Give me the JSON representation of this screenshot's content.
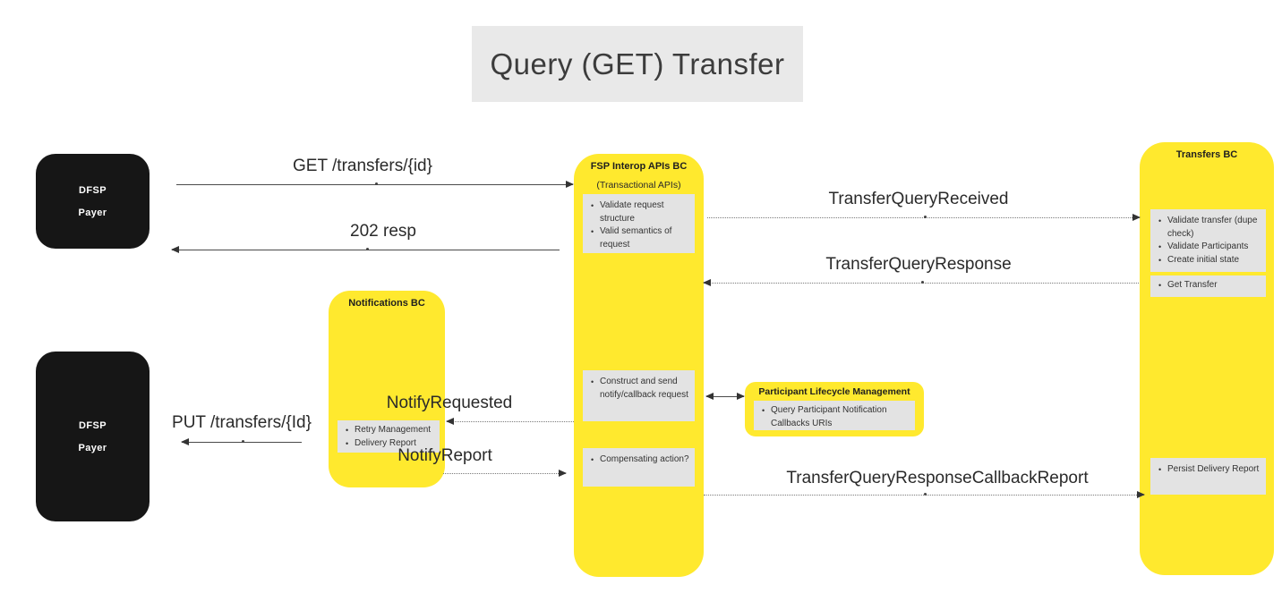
{
  "title": "Query (GET) Transfer",
  "actors": {
    "payer_top": {
      "line1": "DFSP",
      "line2": "Payer"
    },
    "payer_bottom": {
      "line1": "DFSP",
      "line2": "Payer"
    }
  },
  "boxes": {
    "fsp_interop": {
      "title": "FSP Interop APIs BC",
      "subtitle": "(Transactional APIs)",
      "validate_items": [
        "Validate request structure",
        "Valid semantics of request"
      ],
      "construct_items": [
        "Construct and send notify/callback request"
      ],
      "compensating_items": [
        "Compensating action?"
      ]
    },
    "notifications": {
      "title": "Notifications BC",
      "items": [
        "Retry Management",
        "Delivery Report"
      ]
    },
    "transfers": {
      "title": "Transfers BC",
      "validate_items": [
        "Validate transfer (dupe check)",
        "Validate Participants",
        "Create initial state"
      ],
      "get_items": [
        "Get Transfer"
      ],
      "persist_items": [
        "Persist Delivery Report"
      ]
    },
    "plm": {
      "title": "Participant Lifecycle Management",
      "items": [
        "Query Participant Notification Callbacks URIs"
      ]
    }
  },
  "messages": {
    "get_transfer": "GET /transfers/{id}",
    "resp_202": "202 resp",
    "query_received": "TransferQueryReceived",
    "query_response": "TransferQueryResponse",
    "notify_requested": "NotifyRequested",
    "put_transfer": "PUT /transfers/{Id}",
    "notify_report": "NotifyReport",
    "callback_report": "TransferQueryResponseCallbackReport"
  },
  "colors": {
    "bc_yellow": "#ffe92e",
    "panel_gray": "#e3e3e3",
    "title_gray": "#e9e9e9",
    "actor_black": "#161616",
    "arrow": "#4a4a4a",
    "text": "#2a2a2a"
  }
}
